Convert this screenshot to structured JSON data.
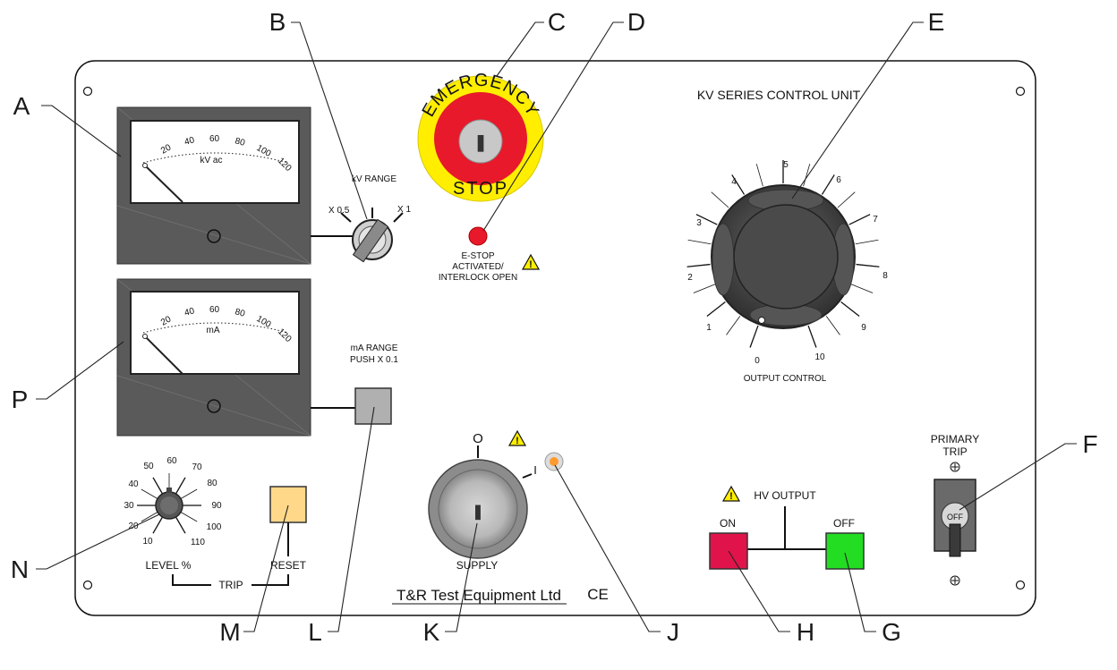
{
  "callouts": {
    "A": "A",
    "B": "B",
    "C": "C",
    "D": "D",
    "E": "E",
    "F": "F",
    "G": "G",
    "H": "H",
    "J": "J",
    "K": "K",
    "L": "L",
    "M": "M",
    "N": "N",
    "P": "P"
  },
  "panel": {
    "title": "KV SERIES CONTROL UNIT",
    "brand": "T&R Test Equipment Ltd",
    "ce_mark": "CE"
  },
  "kv_meter": {
    "unit": "kV ac",
    "ticks": [
      "20",
      "40",
      "60",
      "80",
      "100",
      "120"
    ]
  },
  "ma_meter": {
    "unit": "mA",
    "ticks": [
      "20",
      "40",
      "60",
      "80",
      "100",
      "120"
    ]
  },
  "kv_range": {
    "label": "kV RANGE",
    "low": "X 0.5",
    "high": "X 1"
  },
  "ma_range": {
    "label_line1": "mA RANGE",
    "label_line2": "PUSH X 0.1"
  },
  "estop": {
    "top_text": "EMERGENCY",
    "bottom_text": "STOP",
    "indicator_line1": "E-STOP",
    "indicator_line2": "ACTIVATED/",
    "indicator_line3": "INTERLOCK OPEN"
  },
  "output_control": {
    "label": "OUTPUT CONTROL",
    "scale": [
      "0",
      "1",
      "2",
      "3",
      "4",
      "5",
      "6",
      "7",
      "8",
      "9",
      "10"
    ]
  },
  "trip_level": {
    "scale": [
      "10",
      "20",
      "30",
      "40",
      "50",
      "60",
      "70",
      "80",
      "90",
      "100",
      "110"
    ],
    "label": "LEVEL %",
    "reset_label": "RESET",
    "trip_label": "TRIP"
  },
  "supply": {
    "label": "SUPPLY",
    "off_mark": "O",
    "on_mark": "I"
  },
  "hv_output": {
    "label": "HV OUTPUT",
    "on_label": "ON",
    "off_label": "OFF"
  },
  "primary_trip": {
    "line1": "PRIMARY",
    "line2": "TRIP",
    "switch_text": "OFF"
  },
  "colors": {
    "panel_border": "#111111",
    "meter_body": "#555555",
    "estop_yellow": "#ffee00",
    "estop_red": "#e8192a",
    "on_button": "#e0144a",
    "off_button": "#22dd22",
    "reset_button": "#ffd88a",
    "range_button": "#b0b0b0",
    "knob_dark": "#4a4a4a"
  }
}
